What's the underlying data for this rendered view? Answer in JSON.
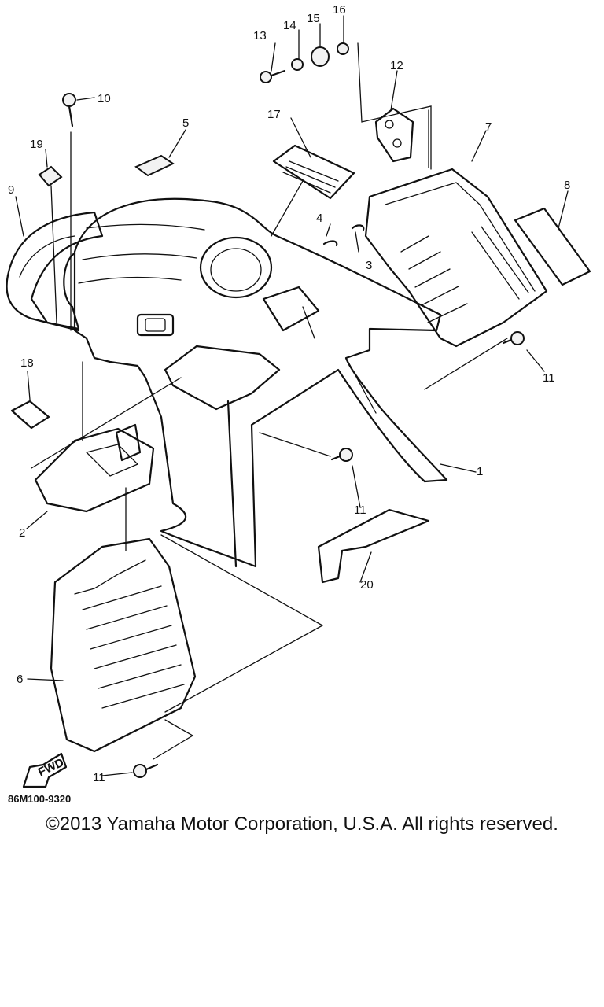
{
  "diagram": {
    "callouts": [
      {
        "id": "1",
        "text": "1"
      },
      {
        "id": "2",
        "text": "2"
      },
      {
        "id": "3",
        "text": "3"
      },
      {
        "id": "4",
        "text": "4"
      },
      {
        "id": "5",
        "text": "5"
      },
      {
        "id": "6",
        "text": "6"
      },
      {
        "id": "7",
        "text": "7"
      },
      {
        "id": "8",
        "text": "8"
      },
      {
        "id": "9",
        "text": "9"
      },
      {
        "id": "10",
        "text": "10"
      },
      {
        "id": "11a",
        "text": "11"
      },
      {
        "id": "11b",
        "text": "11"
      },
      {
        "id": "11c",
        "text": "11"
      },
      {
        "id": "12",
        "text": "12"
      },
      {
        "id": "13",
        "text": "13"
      },
      {
        "id": "14",
        "text": "14"
      },
      {
        "id": "15",
        "text": "15"
      },
      {
        "id": "16",
        "text": "16"
      },
      {
        "id": "17",
        "text": "17"
      },
      {
        "id": "18",
        "text": "18"
      },
      {
        "id": "19",
        "text": "19"
      },
      {
        "id": "20",
        "text": "20"
      }
    ],
    "fwd_label": "FWD",
    "diagram_code": "86M100-9320"
  },
  "footer": {
    "copyright": "©2013 Yamaha Motor Corporation, U.S.A. All rights reserved."
  }
}
